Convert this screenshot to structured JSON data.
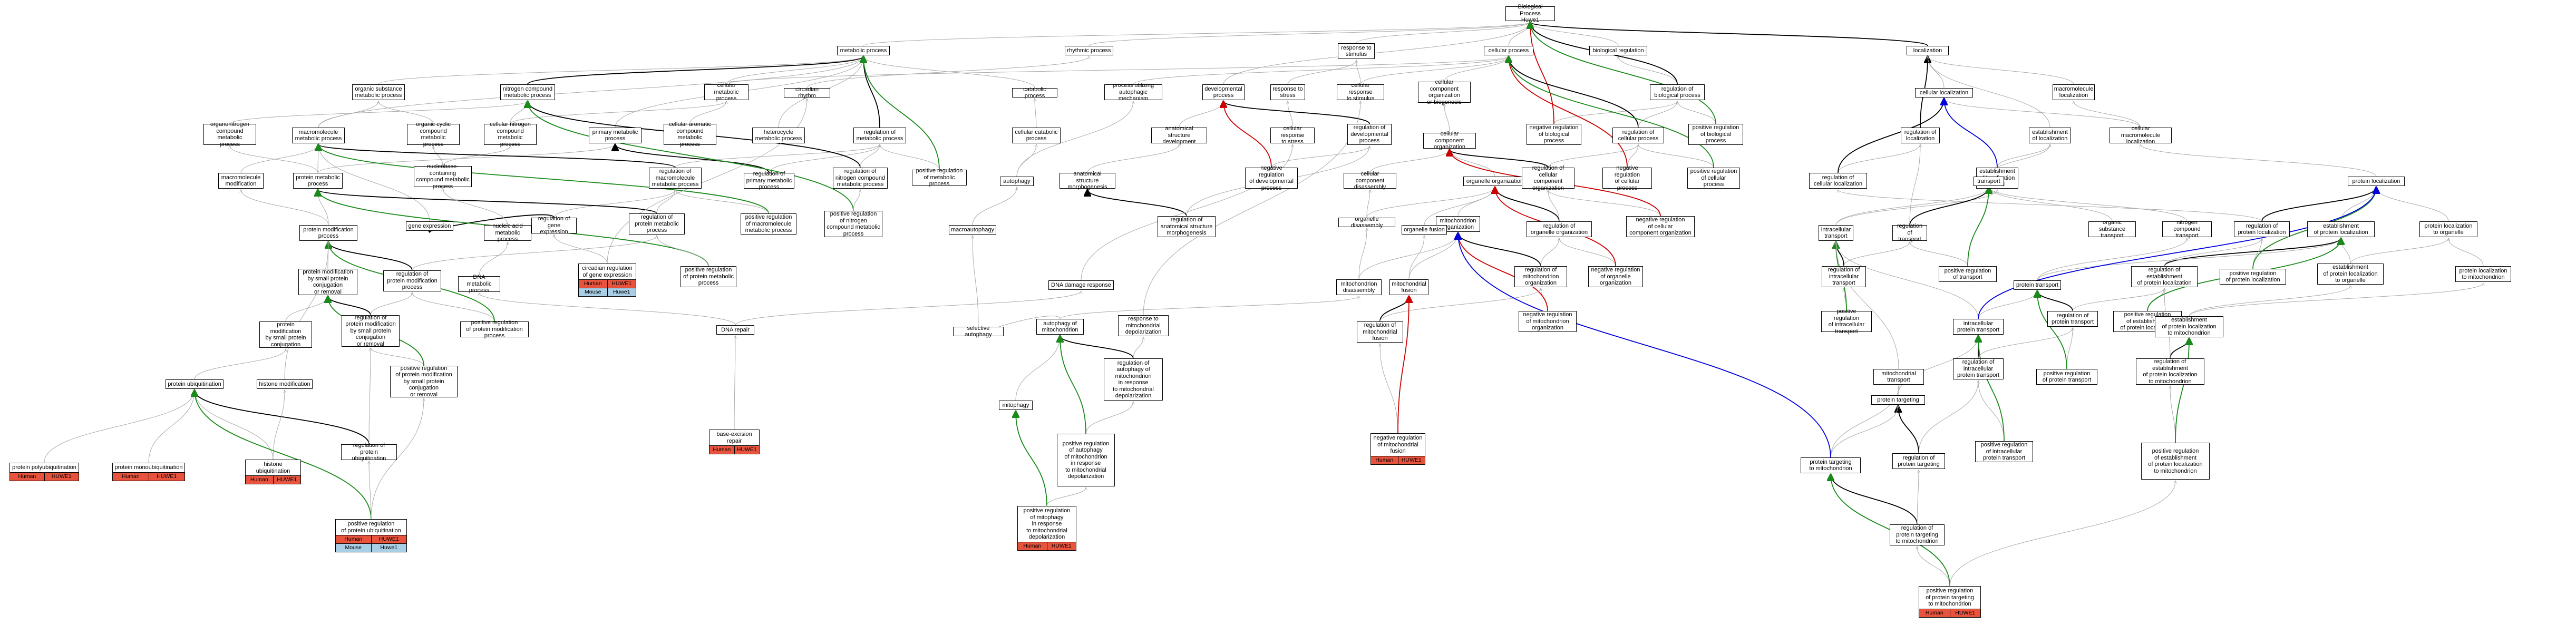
{
  "nodes": {
    "bp": "Biological Process\nHuwe1",
    "metabolic": "metabolic process",
    "rhythmic": "rhythmic process",
    "response_stimulus": "response to\nstimulus",
    "cellular_process": "cellular process",
    "bio_reg": "biological regulation",
    "localization": "localization",
    "org_subst_met": "organic substance\nmetabolic process",
    "nitrogen_met": "nitrogen compound\nmetabolic process",
    "cell_met": "cellular metabolic\nprocess",
    "circadian_rhythm": "circadian rhythm",
    "catabolic": "catabolic process",
    "autophagic_mech": "process utilizing\nautophagic mechanism",
    "developmental": "developmental\nprocess",
    "resp_stress": "response to\nstress",
    "cell_resp_stim": "cellular response\nto stimulus",
    "cell_comp_org_bio": "cellular component\norganization\nor biogenesis",
    "reg_bio": "regulation of\nbiological process",
    "cell_loc": "cellular localization",
    "macromol_loc": "macromolecule\nlocalization",
    "organonitrogen": "organonitrogen\ncompound metabolic\nprocess",
    "macromol_met": "macromolecule\nmetabolic process",
    "org_cyclic": "organic cyclic\ncompound metabolic\nprocess",
    "cell_nitrogen": "cellular nitrogen\ncompound metabolic\nprocess",
    "primary_met": "primary metabolic\nprocess",
    "cell_aromatic": "cellular aromatic\ncompound metabolic\nprocess",
    "heterocycle": "heterocycle\nmetabolic process",
    "reg_met": "regulation of\nmetabolic process",
    "cell_catabolic": "cellular catabolic\nprocess",
    "anat_struct_dev": "anatomical structure\ndevelopment",
    "cell_resp_stress": "cellular response\nto stress",
    "reg_dev": "regulation of\ndevelopmental\nprocess",
    "cell_comp_org": "cellular component\norganization",
    "neg_reg_bio": "negative regulation\nof biological\nprocess",
    "reg_cell_proc": "regulation of\ncellular process",
    "pos_reg_bio": "positive regulation\nof biological\nprocess",
    "reg_loc": "regulation of\nlocalization",
    "est_loc": "establishment\nof localization",
    "cell_macromol_loc": "cellular macromolecule\nlocalization",
    "macromol_mod": "macromolecule\nmodification",
    "protein_met": "protein metabolic\nprocess",
    "nucleobase": "nucleobase-containing\ncompound metabolic\nprocess",
    "reg_macromol_met": "regulation of\nmacromolecule\nmetabolic process",
    "reg_primary_met": "regulation of\nprimary metabolic\nprocess",
    "reg_nitrogen_met": "regulation of\nnitrogen compound\nmetabolic process",
    "pos_reg_met": "positive regulation\nof metabolic\nprocess",
    "autophagy": "autophagy",
    "anat_struct_morph": "anatomical structure\nmorphogenesis",
    "neg_reg_dev": "negative regulation\nof developmental\nprocess",
    "cell_comp_disassembly": "cellular component\ndisassembly",
    "organelle_org": "organelle organization",
    "reg_cell_comp_org": "regulation of\ncellular component\norganization",
    "neg_reg_cell_proc": "negative regulation\nof cellular\nprocess",
    "pos_reg_cell_proc": "positive regulation\nof cellular\nprocess",
    "reg_cell_loc": "regulation of\ncellular localization",
    "est_loc_cell": "establishment\nof localization\nin cell",
    "protein_loc": "protein localization",
    "gene_expr": "gene expression",
    "reg_gene_expr": "regulation of\ngene expression",
    "reg_protein_met": "regulation of\nprotein metabolic\nprocess",
    "pos_reg_macromol_met": "positive regulation\nof macromolecule\nmetabolic process",
    "pos_reg_nitrogen_met": "positive regulation\nof nitrogen\ncompound metabolic\nprocess",
    "reg_anat_morph": "regulation of\nanatomical structure\nmorphogenesis",
    "organelle_disassembly": "organelle disassembly",
    "mito_org": "mitochondrion\norganization",
    "reg_organelle_org": "regulation of\norganelle organization",
    "neg_reg_cell_comp_org": "negative regulation\nof cellular\ncomponent organization",
    "transport": "transport",
    "org_subst_transport": "organic substance\ntransport",
    "nitrogen_transport": "nitrogen compound\ntransport",
    "reg_protein_loc": "regulation of\nprotein localization",
    "est_protein_loc": "establishment\nof protein localization",
    "protein_loc_organelle": "protein localization\nto organelle",
    "protein_mod": "protein modification\nprocess",
    "nucleic_acid_met": "nucleic acid\nmetabolic process",
    "pos_reg_protein_met": "positive regulation\nof protein metabolic\nprocess",
    "macroautophagy": "macroautophagy",
    "organelle_fusion": "organelle fusion",
    "reg_mito_org": "regulation of\nmitochondrion\norganization",
    "neg_reg_organelle_org": "negative regulation\nof organelle\norganization",
    "intracellular_transport": "intracellular\ntransport",
    "reg_transport": "regulation of\ntransport",
    "reg_intracellular_transport": "regulation of\nintracellular\ntransport",
    "pos_reg_transport": "positive regulation\nof transport",
    "reg_est_protein_loc": "regulation of\nestablishment\nof protein localization",
    "pos_reg_protein_loc": "positive regulation\nof protein localization",
    "est_protein_loc_organelle": "establishment\nof protein localization\nto organelle",
    "protein_loc_mito": "protein localization\nto mitochondrion",
    "protein_mod_conj": "protein modification\nby small protein\nconjugation\nor removal",
    "reg_protein_mod": "regulation of\nprotein modification\nprocess",
    "dna_met": "DNA metabolic\nprocess",
    "dna_damage": "DNA damage response",
    "mito_disassembly": "mitochondrion\ndisassembly",
    "mito_fusion": "mitochondrial\nfusion",
    "neg_reg_mito_org": "negative regulation\nof mitochondrion\norganization",
    "protein_transport": "protein transport",
    "pos_reg_intracellular_transport": "positive regulation\nof intracellular\ntransport",
    "intracellular_protein_transport": "intracellular\nprotein transport",
    "reg_protein_transport": "regulation of\nprotein transport",
    "pos_reg_est_protein_loc": "positive regulation\nof establishment\nof protein localization",
    "est_protein_loc_mito": "establishment\nof protein localization\nto mitochondrion",
    "protein_mod_small": "protein modification\nby small protein\nconjugation",
    "reg_protein_mod_conj": "regulation of\nprotein modification\nby small protein\nconjugation\nor removal",
    "pos_reg_protein_mod": "positive regulation\nof protein modification\nprocess",
    "dna_repair": "DNA repair",
    "selective_autophagy": "selective autophagy",
    "autophagy_mito": "autophagy of\nmitochondrion",
    "resp_mito_depol": "response to\nmitochondrial\ndepolarization",
    "reg_mito_fusion": "regulation of\nmitochondrial\nfusion",
    "mitochondrial_transport": "mitochondrial\ntransport",
    "protein_targeting": "protein targeting",
    "reg_intracellular_protein_transport": "regulation of\nintracellular\nprotein transport",
    "pos_reg_protein_transport": "positive regulation\nof protein transport",
    "reg_est_protein_loc_mito": "regulation of\nestablishment\nof protein localization\nto mitochondrion",
    "protein_ubiquitination": "protein ubiquitination",
    "histone_mod": "histone modification",
    "pos_reg_protein_mod_conj": "positive regulation\nof protein modification\nby small protein\nconjugation\nor removal",
    "mitophagy": "mitophagy",
    "reg_autophagy_mito": "regulation of\nautophagy of\nmitochondrion\nin response\nto mitochondrial\ndepolarization",
    "reg_protein_targeting": "regulation of\nprotein targeting",
    "pos_reg_intracellular_protein_transport": "positive regulation\nof intracellular\nprotein transport",
    "pos_reg_est_protein_loc_mito": "positive regulation\nof establishment\nof protein localization\nto mitochondrion",
    "reg_protein_ubiq": "regulation of\nprotein ubiquitination",
    "pos_reg_autophagy_mito": "positive regulation\nof autophagy\nof mitochondrion\nin response\nto mitochondrial\ndepolarization",
    "protein_targeting_mito": "protein targeting\nto mitochondrion",
    "reg_protein_targeting_mito": "regulation of\nprotein targeting\nto mitochondrion"
  },
  "gene_nodes": {
    "circadian_reg": {
      "title": "circadian regulation\nof gene expression",
      "rows": [
        [
          "Human",
          "HUWE1"
        ],
        [
          "Mouse",
          "Huwe1"
        ]
      ]
    },
    "ber": {
      "title": "base-excision\nrepair",
      "rows": [
        [
          "Human",
          "HUWE1"
        ]
      ]
    },
    "neg_reg_mito_fusion": {
      "title": "negative regulation\nof mitochondrial\nfusion",
      "rows": [
        [
          "Human",
          "HUWE1"
        ]
      ]
    },
    "protein_polyubiq": {
      "title": "protein polyubiquitination",
      "rows": [
        [
          "Human",
          "HUWE1"
        ]
      ]
    },
    "protein_monoubiq": {
      "title": "protein monoubiquitination",
      "rows": [
        [
          "Human",
          "HUWE1"
        ]
      ]
    },
    "histone_ubiq": {
      "title": "histone ubiquitination",
      "rows": [
        [
          "Human",
          "HUWE1"
        ]
      ]
    },
    "pos_reg_protein_ubiq": {
      "title": "positive regulation\nof protein ubiquitination",
      "rows": [
        [
          "Human",
          "HUWE1"
        ],
        [
          "Mouse",
          "Huwe1"
        ]
      ]
    },
    "pos_reg_mitophagy": {
      "title": "positive regulation\nof mitophagy\nin response\nto mitochondrial\ndepolarization",
      "rows": [
        [
          "Human",
          "HUWE1"
        ]
      ]
    },
    "pos_reg_protein_targeting_mito": {
      "title": "positive regulation\nof protein targeting\nto mitochondrion",
      "rows": [
        [
          "Human",
          "HUWE1"
        ]
      ]
    }
  },
  "colors": {
    "edge_default": "#aaaaaa",
    "edge_is_a": "#000000",
    "edge_positive": "#1a8a1a",
    "edge_negative": "#cc0000",
    "edge_part_of": "#0000dd",
    "human": "#e8533d",
    "mouse": "#a9cfe6"
  }
}
